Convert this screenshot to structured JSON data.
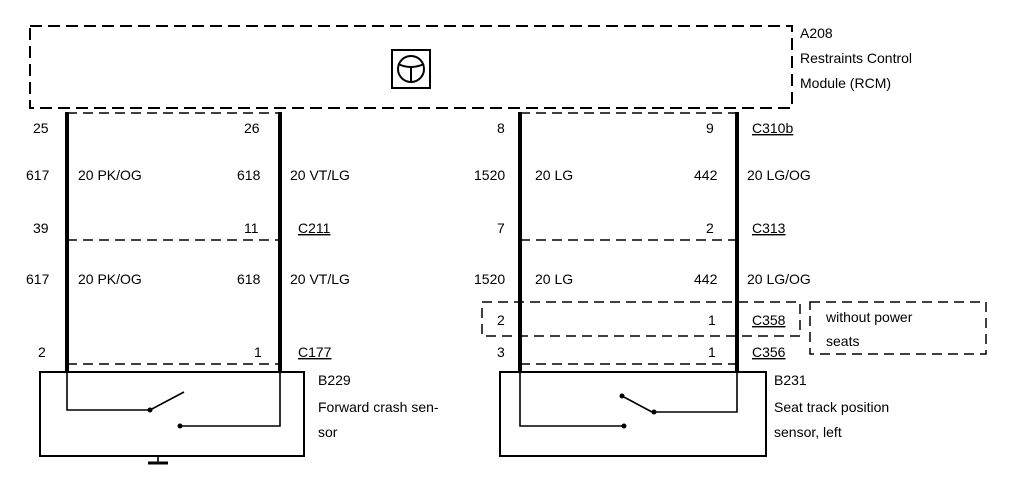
{
  "module": {
    "id": "A208",
    "name_line1": "Restraints Control",
    "name_line2": "Module (RCM)",
    "icon": "steering-wheel-icon"
  },
  "connectors": {
    "c310b": "C310b",
    "c211": "C211",
    "c313": "C313",
    "c358": "C358",
    "c177": "C177",
    "c356": "C356"
  },
  "wires": {
    "w1": {
      "circuit": "617",
      "spec": "20 PK/OG"
    },
    "w2": {
      "circuit": "618",
      "spec": "20 VT/LG"
    },
    "w3": {
      "circuit": "1520",
      "spec": "20 LG"
    },
    "w4": {
      "circuit": "442",
      "spec": "20 LG/OG"
    }
  },
  "pins": {
    "w1_top": "25",
    "w1_mid": "39",
    "w1_bot": "2",
    "w2_top": "26",
    "w2_mid": "11",
    "w2_bot": "1",
    "w3_top": "8",
    "w3_mid": "7",
    "w3_c358": "2",
    "w3_bot": "3",
    "w4_top": "9",
    "w4_mid": "2",
    "w4_c358": "1",
    "w4_bot": "1"
  },
  "note": {
    "line1": "without power",
    "line2": "seats"
  },
  "sensor_left": {
    "id": "B229",
    "name_line1": "Forward crash sen-",
    "name_line2": "sor"
  },
  "sensor_right": {
    "id": "B231",
    "name_line1": "Seat track position",
    "name_line2": "sensor, left"
  }
}
